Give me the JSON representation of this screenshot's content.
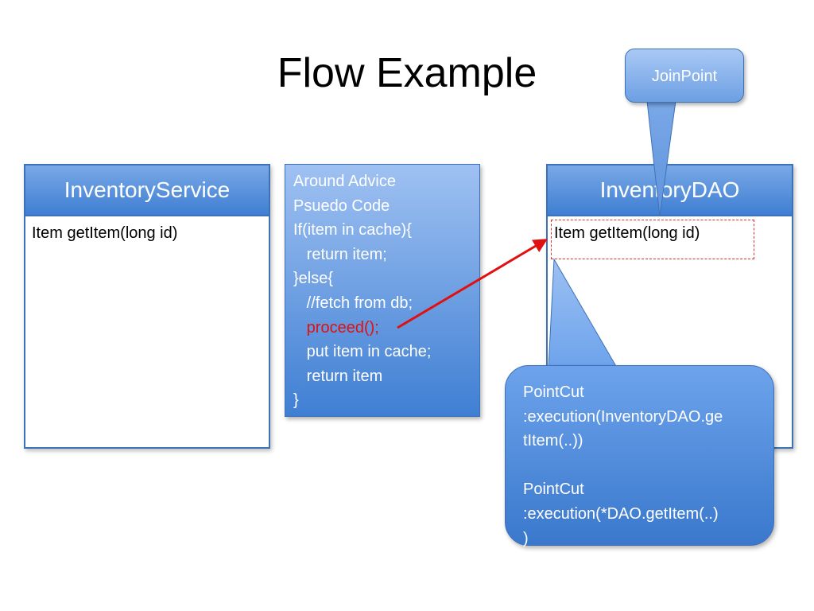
{
  "slide": {
    "title": "Flow Example"
  },
  "inventory_service": {
    "header": "InventoryService",
    "method": "Item getItem(long id)"
  },
  "advice": {
    "lines": [
      "Around Advice",
      "Psuedo Code",
      "If(item in cache){",
      "   return item;",
      "}else{",
      "   //fetch from db;",
      "   proceed();",
      "   put item in cache;",
      "   return item",
      "}"
    ]
  },
  "inventory_dao": {
    "header": "InventoryDAO",
    "method": "Item getItem(long id)"
  },
  "joinpoint_callout": {
    "label": "JoinPoint"
  },
  "pointcut_callout": {
    "lines": [
      "PointCut",
      ":execution(InventoryDAO.ge",
      "tItem(..))",
      "",
      "PointCut",
      ":execution(*DAO.getItem(..)",
      ")"
    ]
  },
  "colors": {
    "box_blue": "#3f7fd3",
    "highlight_red": "#e01010"
  }
}
